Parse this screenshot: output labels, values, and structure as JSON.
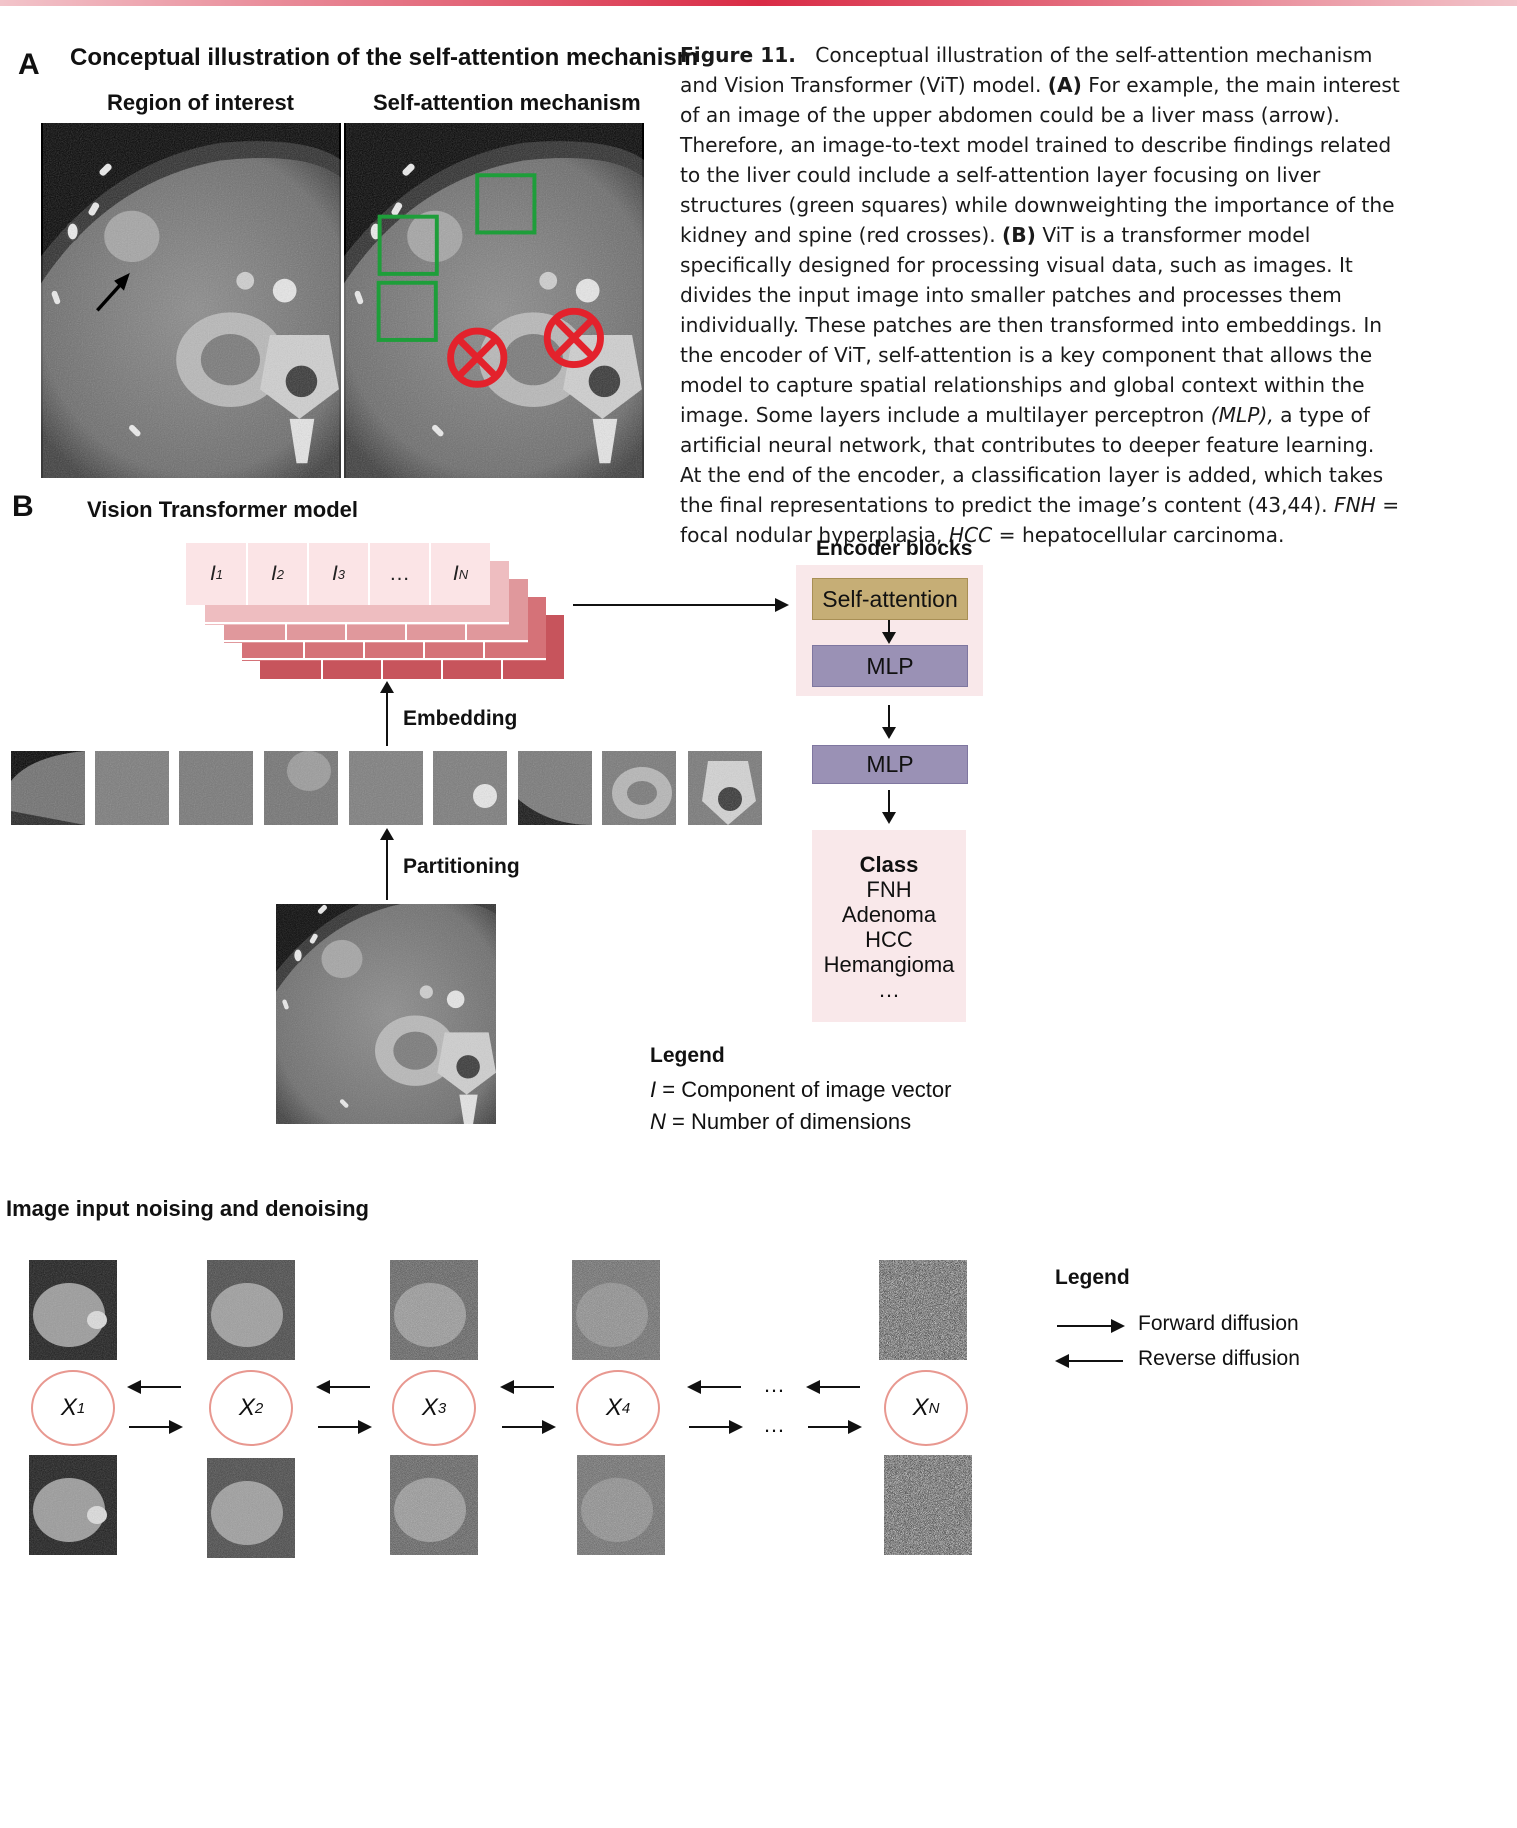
{
  "panel_a": {
    "letter": "A",
    "title": "Conceptual illustration of the self-attention mechanism",
    "left_label": "Region of interest",
    "right_label": "Self-attention mechanism"
  },
  "caption": {
    "label": "Figure 11.",
    "p1": "Conceptual illustration of the self-attention mechanism and Vision Transformer (ViT) model.",
    "a_tag": "(A)",
    "p2": "For example, the main interest of an image of the upper abdomen could be a liver mass (arrow). Therefore, an image-to-text model trained to describe findings related to the liver could include a self-attention layer focusing on liver structures (green squares) while downweighting the importance of the kidney and spine (red crosses).",
    "b_tag": "(B)",
    "p3": "ViT is a transformer model specifically designed for processing visual data, such as images. It divides the input image into smaller patches and processes them individually. These patches are then transformed into embeddings. In the encoder of ViT, self-attention is a key component that allows the model to capture spatial relationships and global context within the image. Some layers include a multilayer perceptron",
    "mlp_abbr": "(MLP),",
    "p4": "a type of artificial neural network, that contributes to deeper feature learning. At the end of the encoder, a classification layer is added, which takes the final representations to predict the image’s content (43,44).",
    "fnh_abbr": "FNH",
    "p5": "= focal nodular hyperplasia,",
    "hcc_abbr": "HCC",
    "p6": "= hepatocellular carcinoma."
  },
  "panel_b": {
    "letter": "B",
    "title": "Vision Transformer model",
    "tokens": [
      "I1",
      "I2",
      "I3",
      "…",
      "IN"
    ],
    "token_letters": [
      "I",
      "I",
      "I",
      "…",
      "I"
    ],
    "token_subs": [
      "1",
      "2",
      "3",
      "",
      "N"
    ],
    "embedding_label": "Embedding",
    "partitioning_label": "Partitioning",
    "encoder_title": "Encoder blocks",
    "self_attention": "Self-attention",
    "mlp1": "MLP",
    "mlp2": "MLP",
    "class_title": "Class",
    "classes": [
      "FNH",
      "Adenoma",
      "HCC",
      "Hemangioma",
      "…"
    ],
    "legend_title": "Legend",
    "legend_i_sym": "I",
    "legend_i_text": "= Component of image vector",
    "legend_n_sym": "N",
    "legend_n_text": "= Number of dimensions"
  },
  "panel_c": {
    "title": "Image input noising and denoising",
    "nodes": [
      {
        "letter": "X",
        "sub": "1"
      },
      {
        "letter": "X",
        "sub": "2"
      },
      {
        "letter": "X",
        "sub": "3"
      },
      {
        "letter": "X",
        "sub": "4"
      },
      {
        "letter": "X",
        "sub": "N"
      }
    ],
    "ellipsis": "…",
    "legend_title": "Legend",
    "forward": "Forward diffusion",
    "reverse": "Reverse diffusion"
  },
  "colors": {
    "accent_bar": "#d92b45",
    "green_box": "#1e9e3a",
    "red_cross": "#e3222c",
    "self_attention": "#c6ae76",
    "mlp": "#9a91b5",
    "encoder_bg": "#f9e8ea",
    "node_border": "#e89890"
  }
}
